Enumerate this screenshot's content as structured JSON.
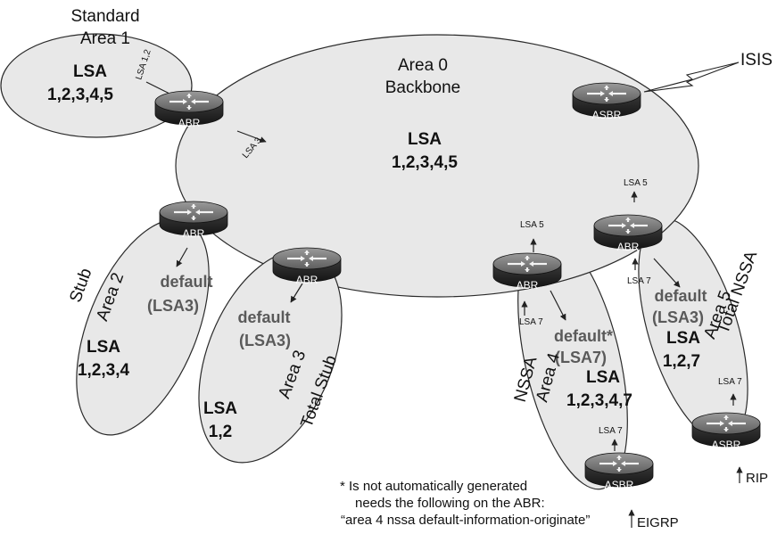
{
  "areas": {
    "area1": {
      "type": "Standard",
      "name": "Area 1",
      "lsa_title": "LSA",
      "lsa_list": "1,2,3,4,5"
    },
    "area0": {
      "name": "Area 0",
      "subtitle": "Backbone",
      "lsa_title": "LSA",
      "lsa_list": "1,2,3,4,5"
    },
    "area2": {
      "type": "Stub",
      "name": "Area 2",
      "default_line1": "default",
      "default_line2": "(LSA3)",
      "lsa_title": "LSA",
      "lsa_list": "1,2,3,4"
    },
    "area3": {
      "type": "Total Stub",
      "name": "Area 3",
      "default_line1": "default",
      "default_line2": "(LSA3)",
      "lsa_title": "LSA",
      "lsa_list": "1,2"
    },
    "area4": {
      "type": "NSSA",
      "name": "Area 4",
      "default_line1": "default*",
      "default_line2": "(LSA7)",
      "lsa_title": "LSA",
      "lsa_list": "1,2,3,4,7"
    },
    "area5": {
      "type": "Total NSSA",
      "name": "Area 5",
      "default_line1": "default",
      "default_line2": "(LSA3)",
      "lsa_title": "LSA",
      "lsa_list": "1,2,7"
    }
  },
  "routers": {
    "abr_area1": "ABR",
    "asbr_backbone": "ASBR",
    "abr_area2": "ABR",
    "abr_area3": "ABR",
    "abr_area4": "ABR",
    "abr_area5": "ABR",
    "asbr_area4": "ASBR",
    "asbr_area5": "ASBR"
  },
  "lsa_arrows": {
    "area1_in": "LSA 1,2",
    "area1_out": "LSA 3",
    "area4_up": "LSA 5",
    "area4_abr_in": "LSA 7",
    "area4_asbr": "LSA 7",
    "area5_up": "LSA 5",
    "area5_abr_in": "LSA 7",
    "area5_asbr": "LSA 7"
  },
  "external": {
    "isis": "ISIS",
    "rip": "RIP",
    "eigrp": "EIGRP"
  },
  "note": {
    "line1": "* Is not automatically generated",
    "line2": "needs the following on the ABR:",
    "line3": "“area 4 nssa default-information-originate”"
  }
}
